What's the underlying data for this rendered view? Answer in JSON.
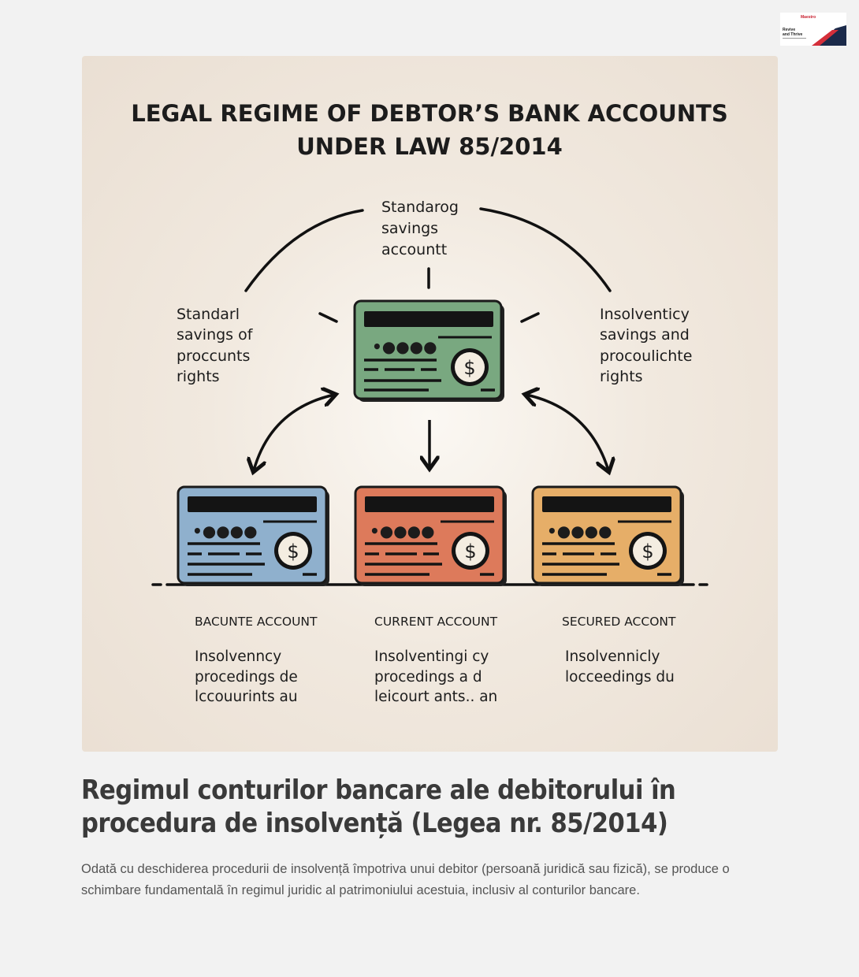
{
  "logo": {
    "brand": "Maestro",
    "line1": "Revive",
    "line2": "and Thrive",
    "colors": {
      "red": "#d42f3a",
      "navy": "#1b2a4a"
    }
  },
  "infographic": {
    "title_line1": "LEGAL REGIME OF DEBTOR’S BANK ACCOUNTS",
    "title_line2": "UNDER LAW 85/2014",
    "top_label": [
      "Standarog",
      "savings",
      "accountt"
    ],
    "left_label": [
      "Standarl",
      "savings of",
      "proccunts",
      "rights"
    ],
    "right_label": [
      "Insolventicy",
      "savings and",
      "procoulichte",
      "rights"
    ],
    "accounts": [
      {
        "name": "BACUNTE ACCOUNT",
        "color": "#8fb0cd",
        "desc": [
          "Insolvenncy",
          "procedings de",
          "lccouurints au"
        ]
      },
      {
        "name": "CURRENT ACCOUNT",
        "color": "#dd7a5b",
        "desc": [
          "Insolventingi cy",
          "procedings a d",
          "leicourt ants.. an"
        ]
      },
      {
        "name": "SECURED ACCONT",
        "color": "#e6ae68",
        "desc": [
          "Insolvennicly",
          "locceedings du"
        ]
      }
    ],
    "center_card_color": "#79a880",
    "currency_symbol": "$",
    "card_number": "•●●●●"
  },
  "article": {
    "title": "Regimul conturilor bancare ale debitorului în procedura de insolvență (Legea nr. 85/2014)",
    "intro": "Odată cu deschiderea procedurii de insolvență împotriva unui debitor (persoană juridică sau fizică), se produce o schimbare fundamentală în regimul juridic al patrimoniului acestuia, inclusiv al conturilor bancare."
  }
}
